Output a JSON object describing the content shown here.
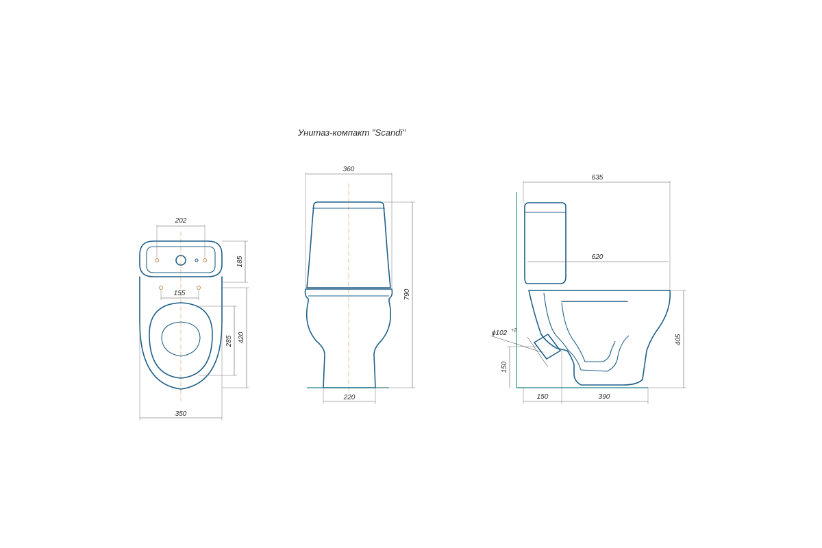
{
  "title": "Унитаз-компакт \"Scandi\"",
  "top_view": {
    "dim_202": "202",
    "dim_185": "185",
    "dim_155": "155",
    "dim_285": "285",
    "dim_420": "420",
    "dim_350": "350"
  },
  "front_view": {
    "dim_360": "360",
    "dim_790": "790",
    "dim_220": "220"
  },
  "side_view": {
    "dim_635": "635",
    "dim_620": "620",
    "dim_405": "405",
    "dim_150_v": "150",
    "dim_150_h": "150",
    "dim_390": "390",
    "pipe_dia": "ϕ102",
    "pipe_tol": "+2"
  },
  "colors": {
    "outline": "#1e5f88",
    "centerline": "#d9a36a",
    "floor": "#1e7f8a",
    "wall": "#1ea07a"
  }
}
